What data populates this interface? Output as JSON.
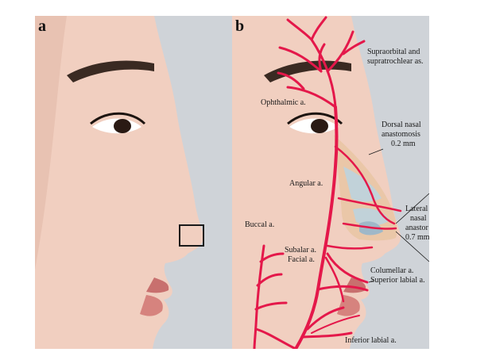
{
  "figure": {
    "panel_a": {
      "label": "a"
    },
    "panel_b": {
      "label": "b",
      "labels": {
        "supraorbital_1": "Supraorbital and",
        "supraorbital_2": "supratrochlear as.",
        "ophthalmic": "Ophthalmic a.",
        "dorsal_1": "Dorsal nasal",
        "dorsal_2": "anastomosis",
        "dorsal_3": "0.2 mm",
        "angular": "Angular a.",
        "lateral_1": "Lateral",
        "lateral_2": "nasal",
        "lateral_3": "anastor",
        "lateral_4": "0.7 mm",
        "buccal": "Buccal a.",
        "subalar": "Subalar a.",
        "facial": "Facial a.",
        "columellar": "Columellar a.",
        "superior_labial": "Superior labial a.",
        "inferior_labial": "Inferior labial a."
      }
    }
  },
  "colors": {
    "artery": "#e4184a",
    "skin": "#f1cfc0",
    "background": "#cfd3d8",
    "hair": "#1d1410"
  }
}
